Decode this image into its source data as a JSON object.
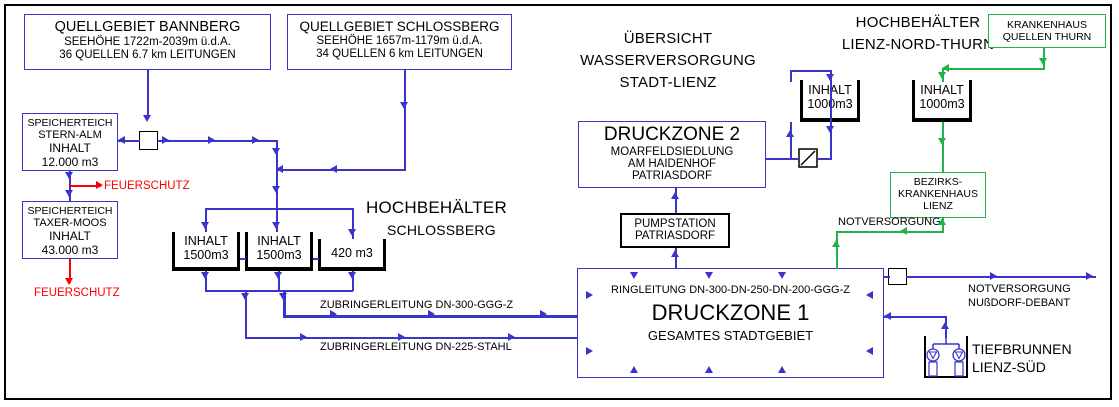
{
  "diagram": {
    "title_lines": [
      "ÜBERSICHT",
      "WASSERVERSORGUNG",
      "STADT-LIENZ"
    ],
    "colors": {
      "pipe": "#3a35c8",
      "emergency": "#22b14c",
      "fire": "#ff0000",
      "equipment": "#000000"
    }
  },
  "sources": {
    "bannberg": {
      "name": "QUELLGEBIET BANNBERG",
      "altitude": "SEEHÖHE 1722m-2039m ü.d.A.",
      "capacity": "36 QUELLEN  6.7 km LEITUNGEN"
    },
    "schlossberg": {
      "name": "QUELLGEBIET SCHLOSSBERG",
      "altitude": "SEEHÖHE 1657m-1179m ü.d.A.",
      "capacity": "34 QUELLEN    6 km LEITUNGEN"
    }
  },
  "ponds": {
    "stern_alm": {
      "line1": "SPEICHERTEICH",
      "line2": "STERN-ALM",
      "line3": "INHALT",
      "line4": "12.000 m3"
    },
    "taxer_moos": {
      "line1": "SPEICHERTEICH",
      "line2": "TAXER-MOOS",
      "line3": "INHALT",
      "line4": "43.000 m3"
    },
    "fire_label_1": "FEUERSCHUTZ",
    "fire_label_2": "FEUERSCHUTZ"
  },
  "hb_schlossberg": {
    "title_line1": "HOCHBEHÄLTER",
    "title_line2": "SCHLOSSBERG",
    "tanks": [
      {
        "label": "INHALT",
        "volume": "1500m3"
      },
      {
        "label": "INHALT",
        "volume": "1500m3"
      },
      {
        "label": "",
        "volume": "420 m3"
      }
    ]
  },
  "hb_lienz_nord": {
    "title_line1": "HOCHBEHÄLTER",
    "title_line2": "LIENZ-NORD-THURN",
    "tank_west": {
      "label": "INHALT",
      "volume": "1000m3"
    },
    "tank_east": {
      "label": "INHALT",
      "volume": "1000m3"
    }
  },
  "druckzone2": {
    "title": "DRUCKZONE 2",
    "line2": "MOARFELDSIEDLUNG",
    "line3": "AM HAIDENHOF",
    "line4": "PATRIASDORF"
  },
  "druckzone1": {
    "ring": "RINGLEITUNG DN-300-DN-250-DN-200-GGG-Z",
    "title": "DRUCKZONE 1",
    "subtitle": "GESAMTES STADTGEBIET"
  },
  "pumpstation": {
    "line1": "PUMPSTATION",
    "line2": "PATRIASDORF"
  },
  "hospital": {
    "source": {
      "line1": "KRANKENHAUS",
      "line2": "QUELLEN THURN"
    },
    "target": {
      "line1": "BEZIRKS-",
      "line2": "KRANKENHAUS",
      "line3": "LIENZ"
    },
    "emergency_label": "NOTVERSORGUNG"
  },
  "pipes": {
    "zubringer_300": "ZUBRINGERLEITUNG DN-300-GGG-Z",
    "zubringer_225": "ZUBRINGERLEITUNG DN-225-STAHL",
    "notversorgung_nussdorf_l1": "NOTVERSORGUNG",
    "notversorgung_nussdorf_l2": "NUßDORF-DEBANT"
  },
  "tiefbrunnen": {
    "line1": "TIEFBRUNNEN",
    "line2": "LIENZ-SÜD"
  }
}
